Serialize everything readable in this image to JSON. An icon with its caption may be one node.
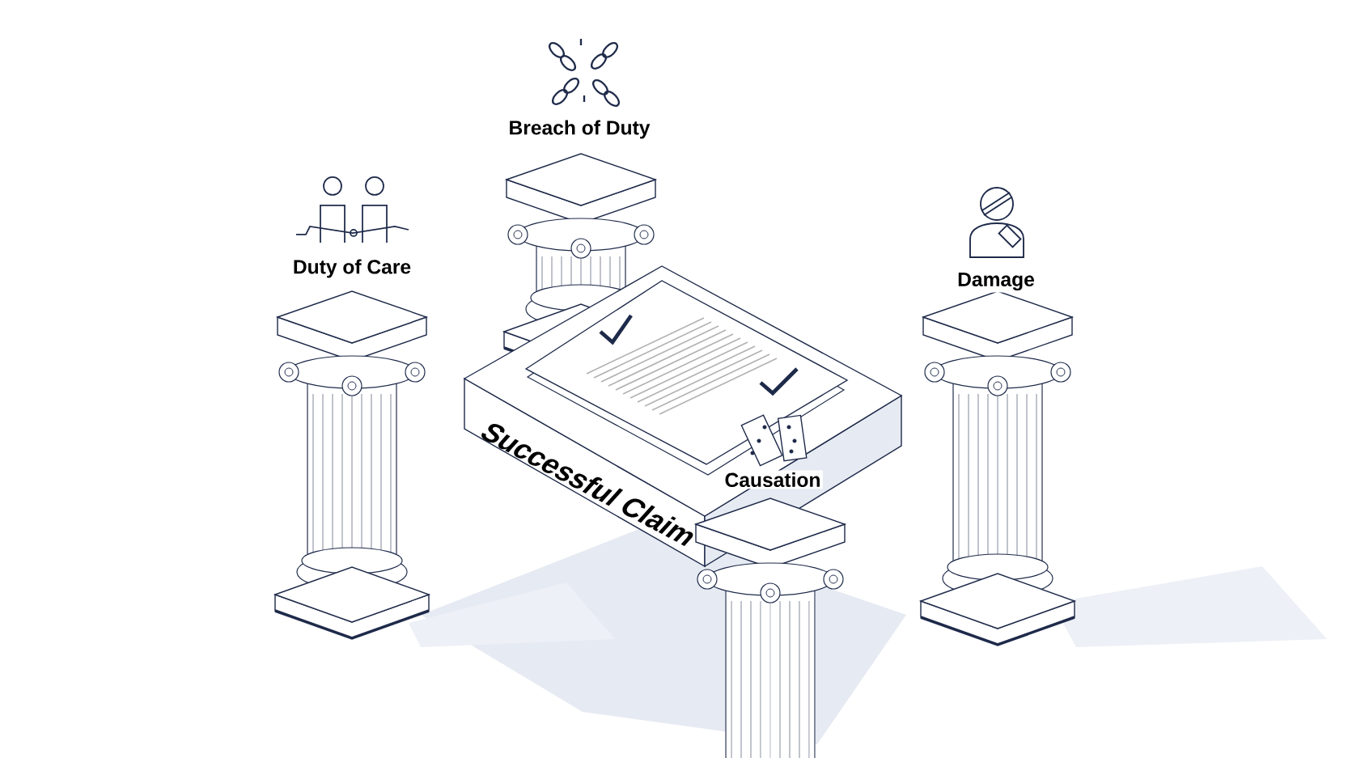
{
  "diagram": {
    "nodes": [
      {
        "text": [
          "Breach of Duty"
        ]
      },
      {
        "text": [
          "Duty of Care"
        ]
      },
      {
        "text": [
          "Damage"
        ]
      },
      {
        "text": [
          "Successful Claim"
        ]
      },
      {
        "text": [
          "Causation"
        ]
      }
    ]
  }
}
